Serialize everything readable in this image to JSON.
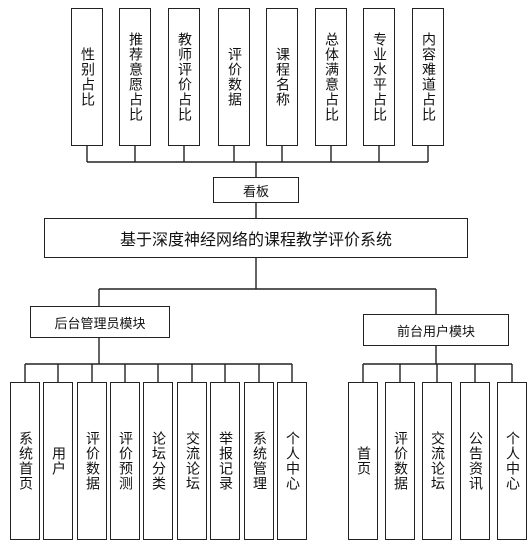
{
  "top_modules": [
    "性别占比",
    "推荐意愿占比",
    "教师评价占比",
    "评价数据",
    "课程名称",
    "总体满意占比",
    "专业水平占比",
    "内容难道占比"
  ],
  "dashboard_label": "看板",
  "system_title": "基于深度神经网络的课程教学评价系统",
  "admin_module": {
    "label": "后台管理员模块",
    "items": [
      "系统首页",
      "用户",
      "评价数据",
      "评价预测",
      "论坛分类",
      "交流论坛",
      "举报记录",
      "系统管理",
      "个人中心"
    ]
  },
  "user_module": {
    "label": "前台用户模块",
    "items": [
      "首页",
      "评价数据",
      "交流论坛",
      "公告资讯",
      "个人中心"
    ]
  }
}
